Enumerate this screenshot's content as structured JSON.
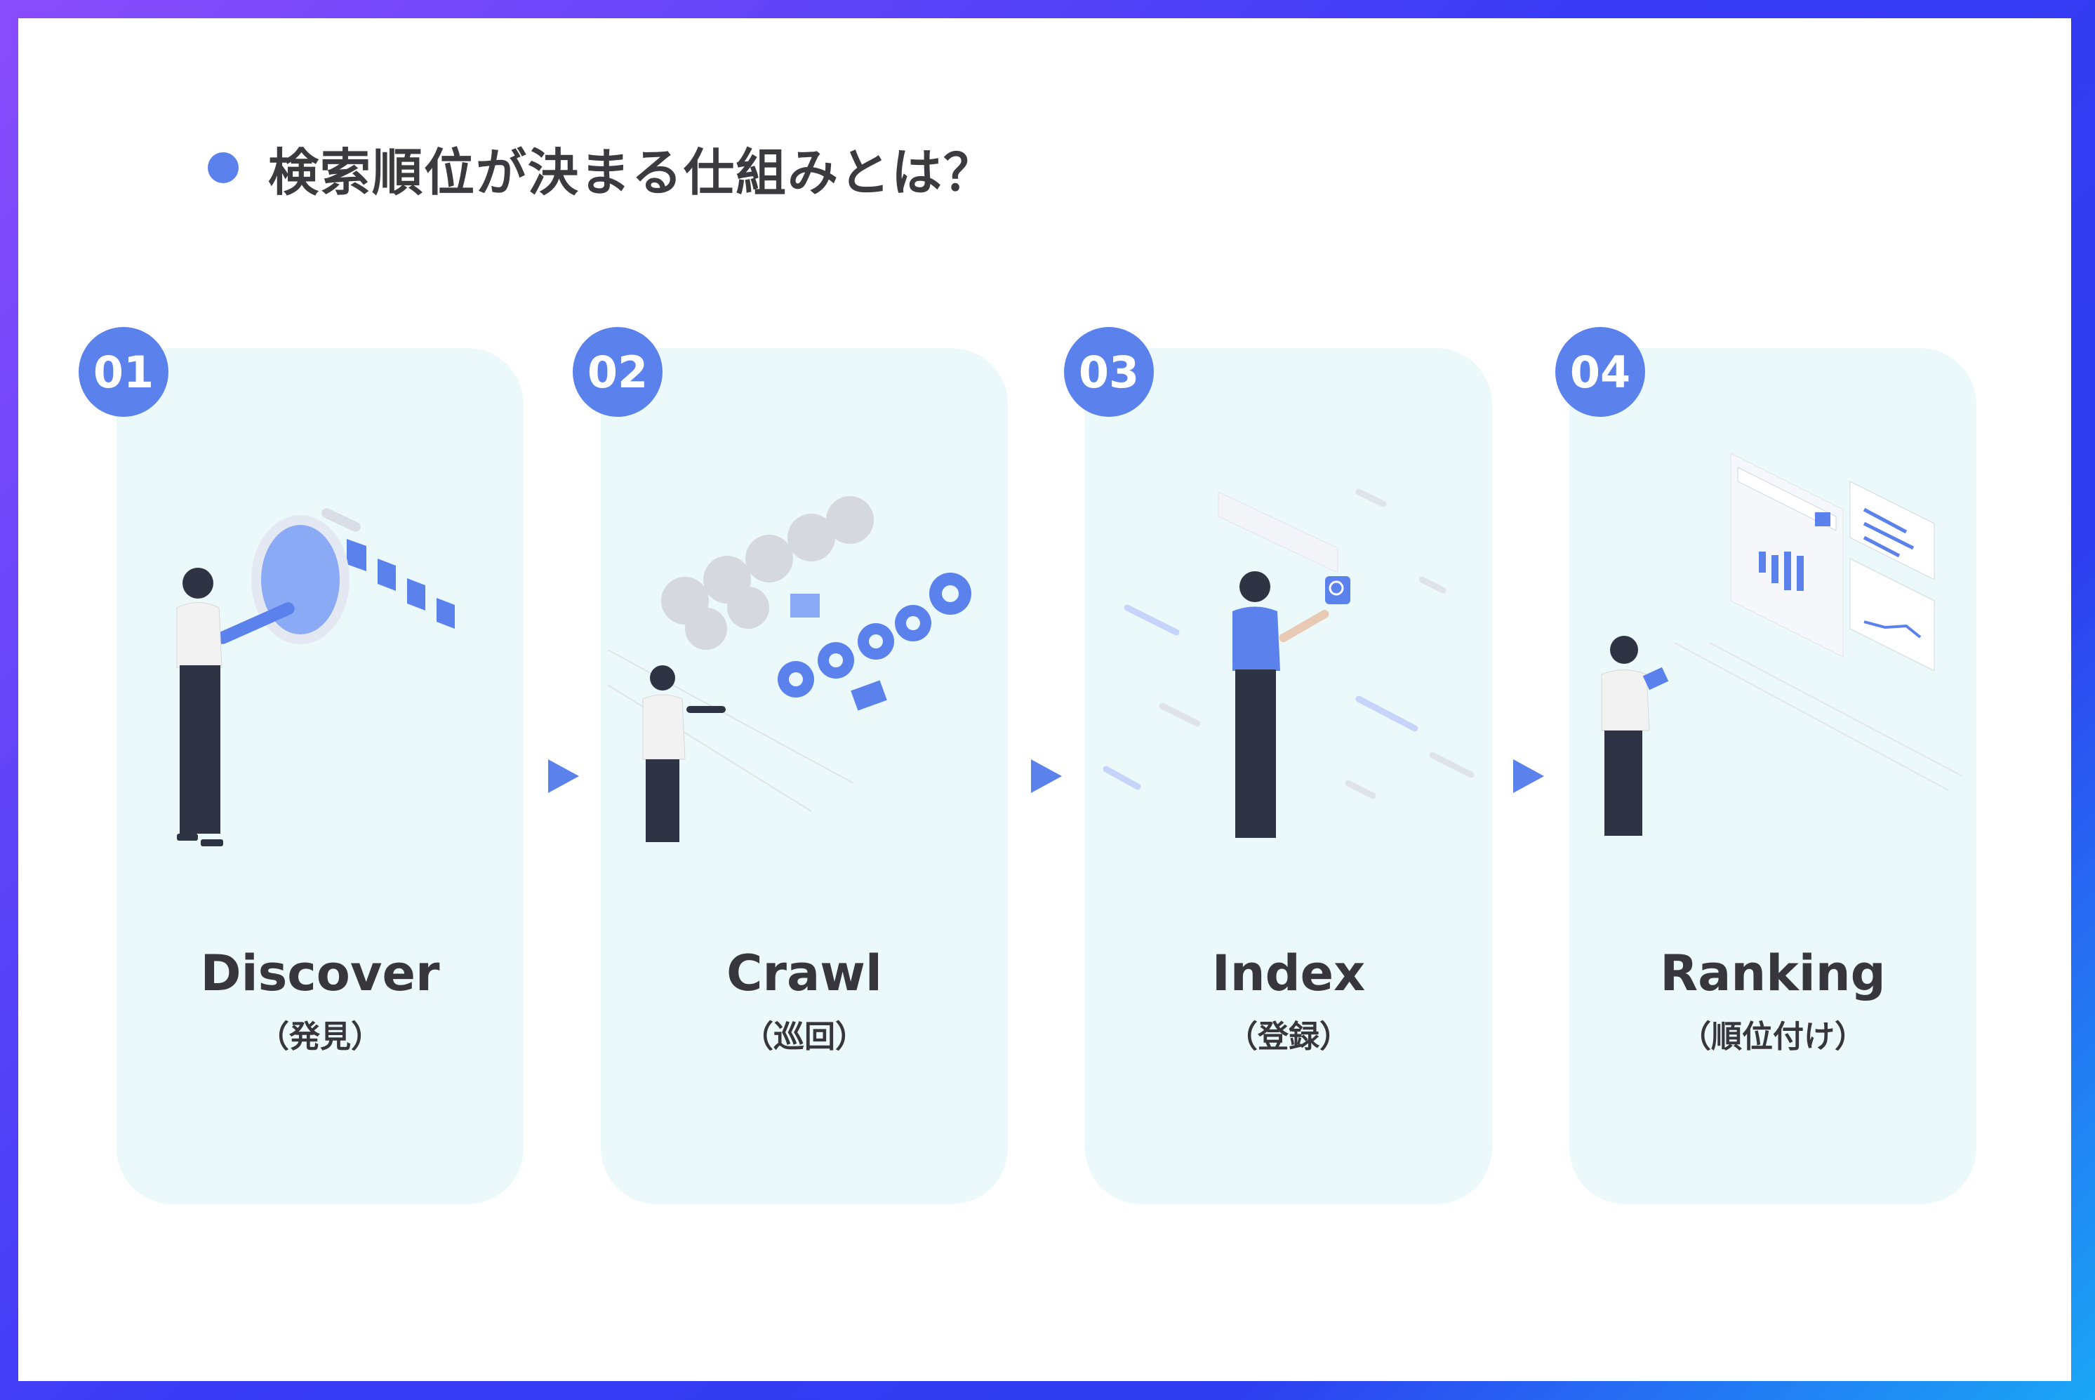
{
  "title": "検索順位が決まる仕組みとは？",
  "steps": [
    {
      "number": "01",
      "label": "Discover",
      "sub": "（発見）"
    },
    {
      "number": "02",
      "label": "Crawl",
      "sub": "（巡回）"
    },
    {
      "number": "03",
      "label": "Index",
      "sub": "（登録）"
    },
    {
      "number": "04",
      "label": "Ranking",
      "sub": "（順位付け）"
    }
  ],
  "colors": {
    "accent": "#5b82ec",
    "card": "#ecf9fb",
    "text": "#37373b"
  }
}
